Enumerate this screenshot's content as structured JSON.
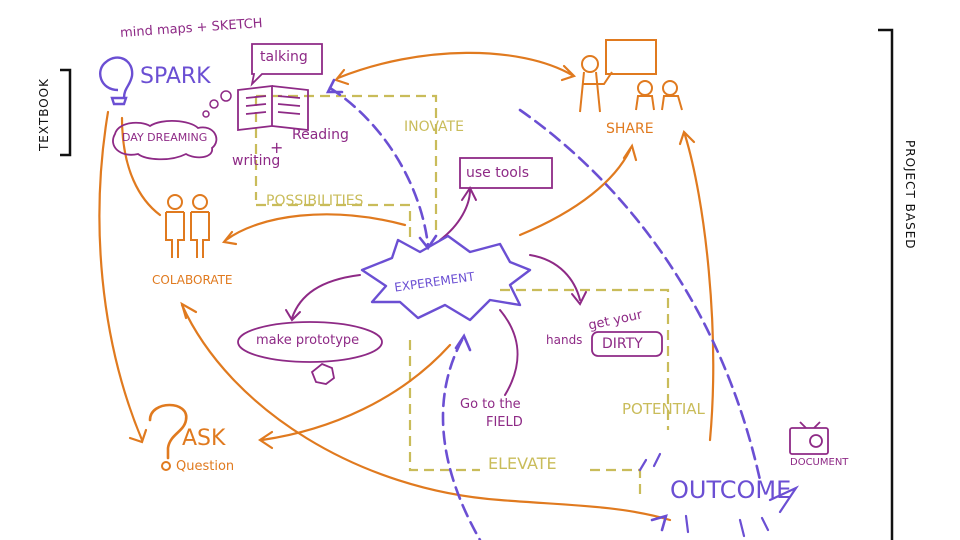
{
  "labels": {
    "mind_maps": "mind maps + SKETCH",
    "spark": "SPARK",
    "talking": "talking",
    "day_dreaming": "DAY DREAMING",
    "reading": "Reading",
    "plus": "+",
    "writing": "writing",
    "innovate": "INOVATE",
    "possibilities": "POSSIBILITIES",
    "use_tools": "use tools",
    "share": "SHARE",
    "collaborate": "COLABORATE",
    "experiment": "EXPEREMENT",
    "make_prototype": "make prototype",
    "get_your": "get your",
    "hands": "hands",
    "dirty": "DIRTY",
    "go_to_the": "Go to the",
    "field": "FIELD",
    "potential": "POTENTIAL",
    "elevate": "ELEVATE",
    "ask": "ASK",
    "question": "Question",
    "outcome": "OUTCOME",
    "document": "DOCUMENT",
    "textbook": "TEXTBOOK",
    "project_based": "PROJECT BASED"
  },
  "colors": {
    "orange": "#e07a1f",
    "purple": "#8e2a86",
    "violet": "#6b4fd3",
    "olive": "#c9bc5a",
    "black": "#111111"
  }
}
